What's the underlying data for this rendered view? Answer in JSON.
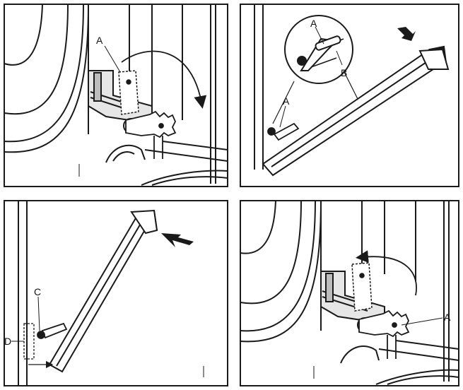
{
  "panels": [
    {
      "id": "step-1",
      "labels": {
        "hinge_lever": "A"
      }
    },
    {
      "id": "step-2",
      "labels": {
        "lever_detail": "A",
        "slot_detail": "B",
        "lever": "A"
      }
    },
    {
      "id": "step-3",
      "labels": {
        "hinge_pin": "C",
        "hinge_slot": "D"
      }
    },
    {
      "id": "step-4",
      "labels": {
        "hinge_lever": "A"
      }
    }
  ],
  "colors": {
    "ink": "#1a1a1a",
    "paper": "#ffffff",
    "shade": "#bdbdbd",
    "light_shade": "#e6e6e6"
  },
  "icons": [
    "rotate-down-arrow-icon",
    "lift-direction-arrow-icon",
    "push-direction-arrow-icon",
    "rotate-up-arrow-icon"
  ]
}
